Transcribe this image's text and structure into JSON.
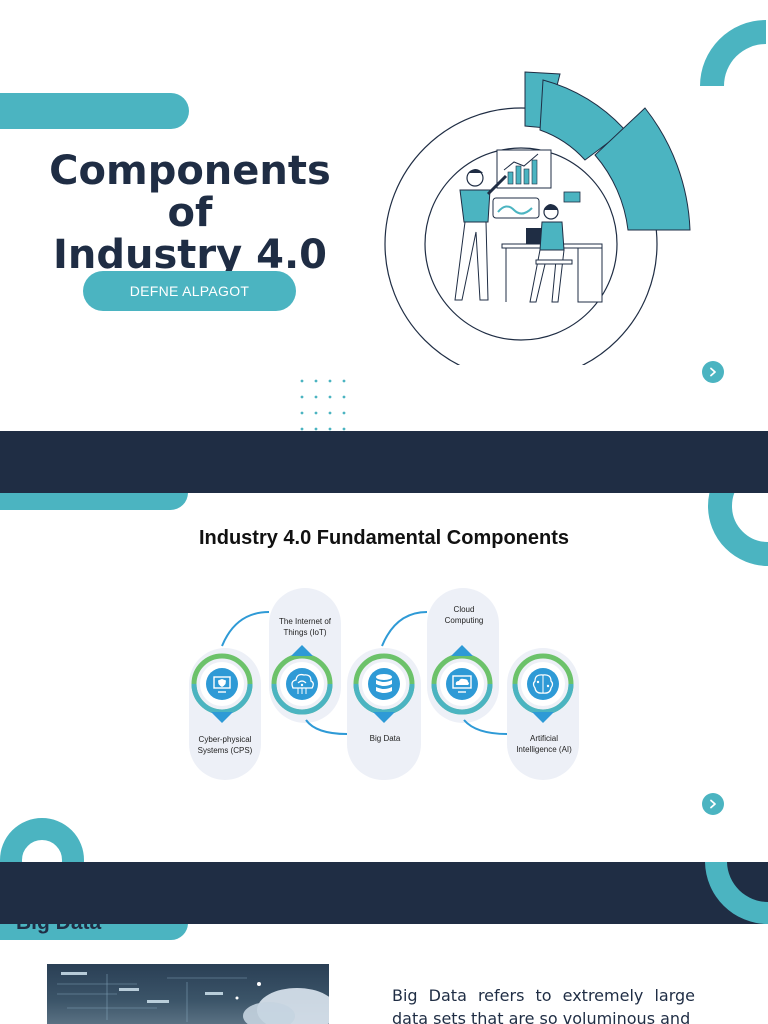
{
  "slide1": {
    "title_line1": "Components of",
    "title_line2": "Industry 4.0",
    "author": "DEFNE ALPAGOT"
  },
  "slide2": {
    "title": "Industry 4.0  Fundamental Components",
    "components": [
      {
        "label_line1": "Cyber-physical",
        "label_line2": "Systems (CPS)",
        "icon": "monitor-shield-icon"
      },
      {
        "label_line1": "The Internet of",
        "label_line2": "Things (IoT)",
        "icon": "cloud-wifi-icon"
      },
      {
        "label_line1": "Big Data",
        "label_line2": "",
        "icon": "database-icon"
      },
      {
        "label_line1": "Cloud",
        "label_line2": "Computing",
        "icon": "cloud-monitor-icon"
      },
      {
        "label_line1": "Artificial",
        "label_line2": "Intelligence (AI)",
        "icon": "brain-chip-icon"
      }
    ]
  },
  "slide3": {
    "section_title": "Big Data",
    "body_text": "Big Data refers to extremely large data sets that are so voluminous and"
  },
  "colors": {
    "accent": "#4bb4c1",
    "navy": "#1f2d44",
    "green": "#6cc26a"
  }
}
